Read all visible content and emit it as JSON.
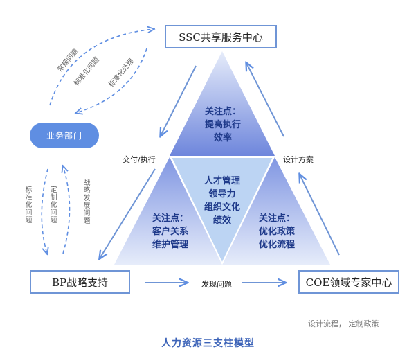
{
  "title": "人力资源三支柱模型",
  "ssc": "SSC共享服务中心",
  "bp": "BP战略支持",
  "coe": "COE领域专家中心",
  "business_dept": "业务部门",
  "top_focus": {
    "heading": "关注点：",
    "lines": [
      "提高执行",
      "效率"
    ]
  },
  "left_focus": {
    "heading": "关注点：",
    "lines": [
      "客户关系",
      "维护管理"
    ]
  },
  "right_focus": {
    "heading": "关注点：",
    "lines": [
      "优化政策",
      "优化流程"
    ]
  },
  "center": [
    "人才管理",
    "领导力",
    "组织文化",
    "绩效"
  ],
  "edge_labels": {
    "deliver": "交付/执行",
    "design": "设计方案",
    "discover": "发现问题",
    "design_flow": "设计流程， 定制政策"
  },
  "arc_labels": {
    "routine": "常规问题",
    "standardized": "标准化问题",
    "standardized_handling": "标准化处理",
    "left_std": "标准化问题",
    "left_custom": "定制化问题",
    "right_strategy": "战略发展问题"
  },
  "colors": {
    "accent": "#6f95d6",
    "button": "#5f8ee2",
    "triangle_light": "#dde5f8",
    "triangle_dark": "#7b91e0",
    "center_fill": "#bcd4f3"
  }
}
